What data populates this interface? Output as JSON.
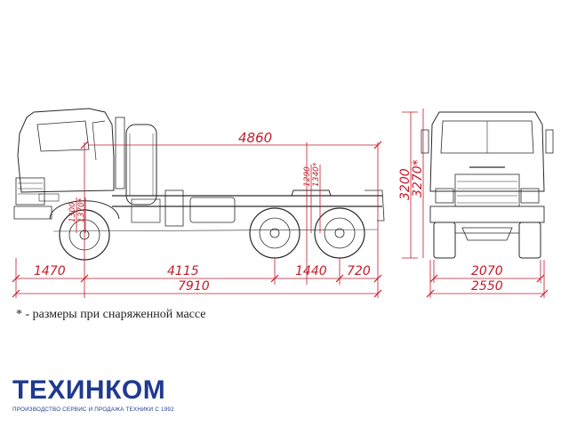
{
  "dimensions": {
    "wheelbase_total": "4860",
    "front_overhang": "1470",
    "wheelbase_front": "4115",
    "wheelbase_rear": "1440",
    "rear_overhang": "720",
    "overall_length": "7910",
    "height": "3200",
    "height_star": "3270*",
    "track_width": "2070",
    "overall_width": "2550",
    "saddle_height_1": "1290",
    "saddle_height_2": "1340*",
    "front_height_1": "1300",
    "front_height_2": "1370*"
  },
  "footnote": "* - размеры при снаряженной массе",
  "logo": {
    "name": "ТЕХИНКОМ",
    "slogan": "ПРОИЗВОДСТВО СЕРВИС И ПРОДАЖА ТЕХНИКИ С 1992"
  },
  "colors": {
    "dimension_lines": "#c21c2a",
    "drawing_lines": "#2a2a2a",
    "brand": "#1f3a8f"
  }
}
